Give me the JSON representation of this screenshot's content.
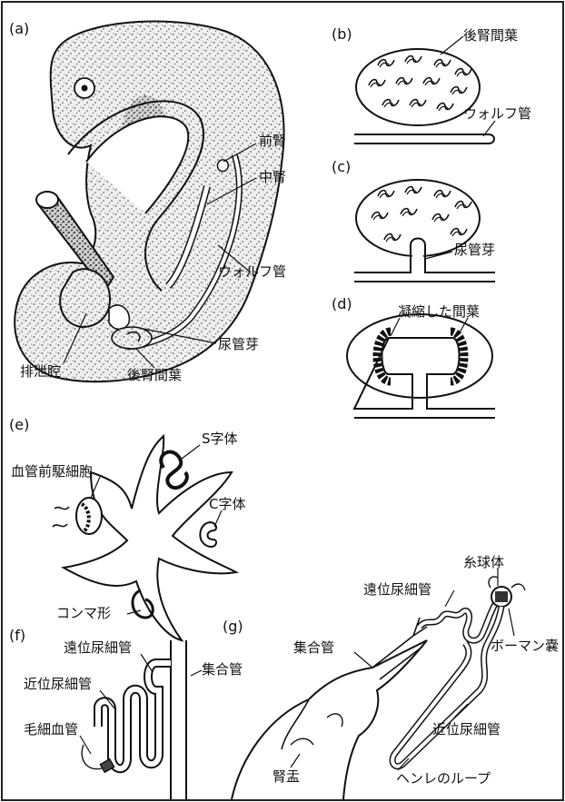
{
  "panels": {
    "a": "(a)",
    "b": "(b)",
    "c": "(c)",
    "d": "(d)",
    "e": "(e)",
    "f": "(f)",
    "g": "(g)"
  },
  "labels_a": {
    "pronephros": "前腎",
    "mesonephros": "中腎",
    "wolffian_duct": "ウォルフ管",
    "ureteric_bud": "尿管芽",
    "cloaca": "排泄腔",
    "metanephric_mesenchyme": "後腎間葉"
  },
  "labels_b": {
    "metanephric_mesenchyme": "後腎間葉",
    "wolffian_duct": "ウォルフ管"
  },
  "labels_c": {
    "ureteric_bud": "尿管芽"
  },
  "labels_d": {
    "condensed_mesenchyme": "凝縮した間葉"
  },
  "labels_e": {
    "vascular_precursor": "血管前駆細胞",
    "s_shaped_body": "S字体",
    "c_shaped_body": "C字体",
    "comma_shaped_body": "コンマ形"
  },
  "labels_f": {
    "distal_tubule": "遠位尿細管",
    "proximal_tubule": "近位尿細管",
    "capillary": "毛細血管",
    "collecting_duct": "集合管"
  },
  "labels_g": {
    "distal_tubule": "遠位尿細管",
    "glomerulus": "糸球体",
    "collecting_duct": "集合管",
    "bowmans_capsule": "ボーマン嚢",
    "proximal_tubule": "近位尿細管",
    "loop_of_henle": "ヘンレのループ",
    "renal_pelvis": "腎盂"
  }
}
